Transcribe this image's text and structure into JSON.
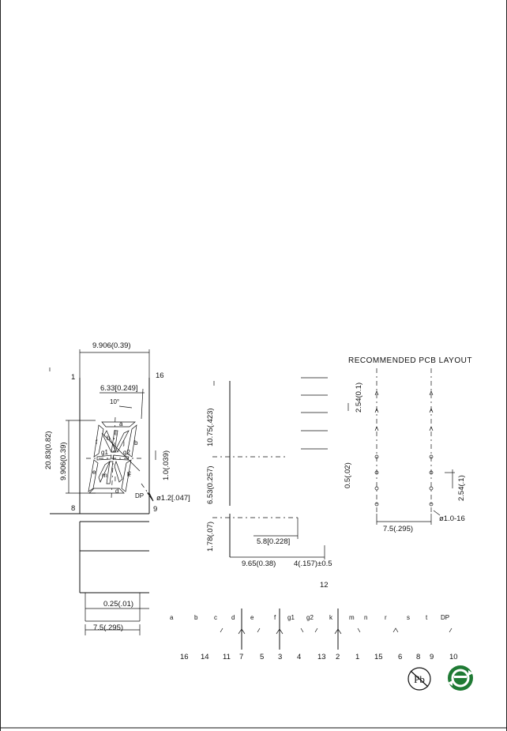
{
  "front_view": {
    "pin_top_left": "1",
    "pin_top_right": "16",
    "pin_bottom_left": "8",
    "pin_bottom_right": "9",
    "dim_width": "9.906(0.39)",
    "dim_height_total": "20.83(0.82)",
    "dim_height_digit": "9.906(0.39)",
    "dim_slant_width": "6.33[0.249]",
    "dim_angle": "10°",
    "dim_segment_width": "1.0(.039)",
    "dim_dp": "ø1.2[.047]",
    "label_dp": "DP",
    "segments": [
      "a",
      "b",
      "c",
      "d",
      "e",
      "f",
      "g1",
      "g2",
      "h",
      "i",
      "j",
      "k",
      "l",
      "m"
    ]
  },
  "side_view": {
    "dim_thickness": "0.25(.01)",
    "dim_pin_row": "7.5(.295)"
  },
  "middle_view": {
    "dim_upper": "10.75(.423)",
    "dim_lower": "6.53(0.257)",
    "dim_pin_length": "1.78(.07)",
    "dim_body_depth": "5.8[0.228]",
    "dim_total_depth": "9.65(0.38)",
    "dim_pin_tol": "4(.157)±0.5"
  },
  "pcb_layout": {
    "title": "RECOMMENDED  PCB  LAYOUT",
    "dim_pitch": "2.54(0.1)",
    "dim_small": "0.5(.02)",
    "dim_pitch_alt": "2.54(.1)",
    "dim_row": "7.5(.295)",
    "dim_hole": "ø1.0-16"
  },
  "schematic": {
    "common_pin": "12",
    "segment_labels": [
      "a",
      "b",
      "c",
      "d",
      "e",
      "f",
      "g1",
      "g2",
      "k",
      "m",
      "n",
      "r",
      "s",
      "t",
      "DP"
    ],
    "pin_numbers": [
      "16",
      "14",
      "11",
      "7",
      "5",
      "3",
      "4",
      "13",
      "2",
      "1",
      "15",
      "6",
      "8",
      "9",
      "10"
    ]
  },
  "badges": {
    "pb_free": "Pb"
  }
}
